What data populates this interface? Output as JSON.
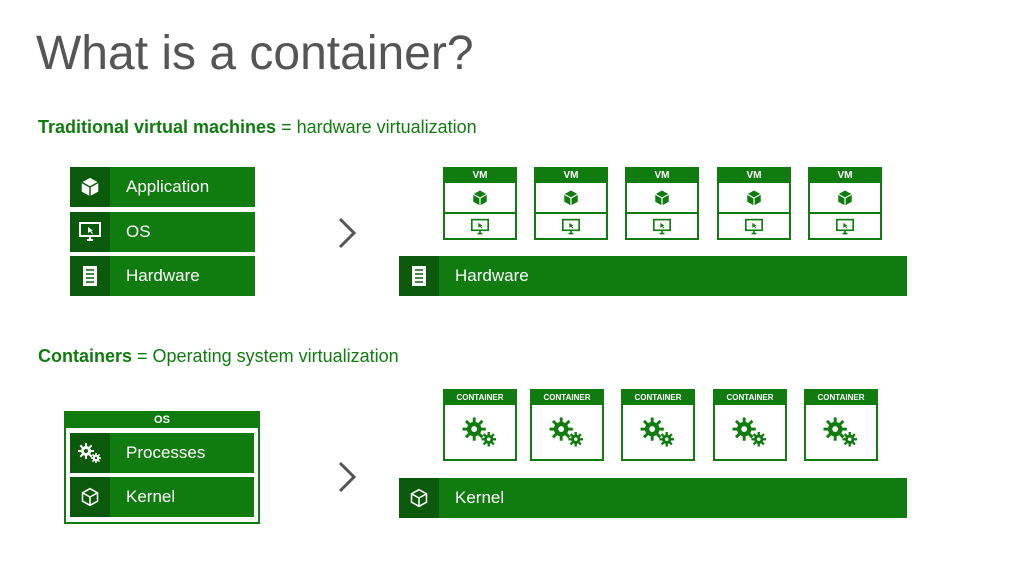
{
  "title": "What is a container?",
  "vm_section": {
    "heading_bold": "Traditional virtual machines",
    "heading_rest": " = hardware virtualization",
    "stack": [
      {
        "label": "Application",
        "icon": "cube-icon"
      },
      {
        "label": "OS",
        "icon": "monitor-icon"
      },
      {
        "label": "Hardware",
        "icon": "server-icon"
      }
    ],
    "vm_label": "VM",
    "vm_count": 5,
    "hardware_label": "Hardware"
  },
  "container_section": {
    "heading_bold": "Containers",
    "heading_rest": " = Operating system virtualization",
    "os_label": "OS",
    "stack": [
      {
        "label": "Processes",
        "icon": "gears-icon"
      },
      {
        "label": "Kernel",
        "icon": "cube-outline-icon"
      }
    ],
    "container_label": "CONTAINER",
    "container_count": 5,
    "kernel_label": "Kernel"
  },
  "colors": {
    "accent": "#107c10",
    "accent_dark": "#0b5a0b",
    "title": "#555555"
  }
}
